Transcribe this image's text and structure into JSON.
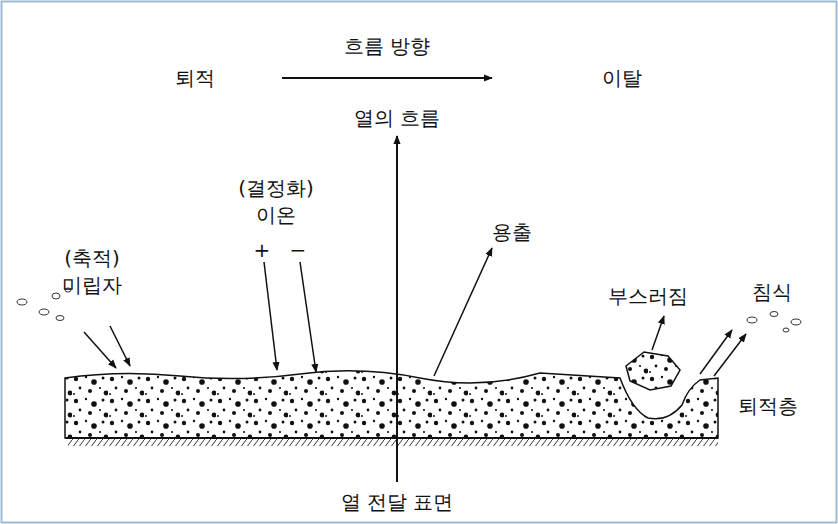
{
  "diagram": {
    "labels": [
      "흐름 방향",
      "퇴적",
      "이탈",
      "열의 흐름",
      "(결정화) 이온",
      "(축적) 미립자",
      "용출",
      "부스러짐",
      "침식",
      "+",
      "−",
      "퇴적층",
      "열 전달 표면"
    ]
  }
}
